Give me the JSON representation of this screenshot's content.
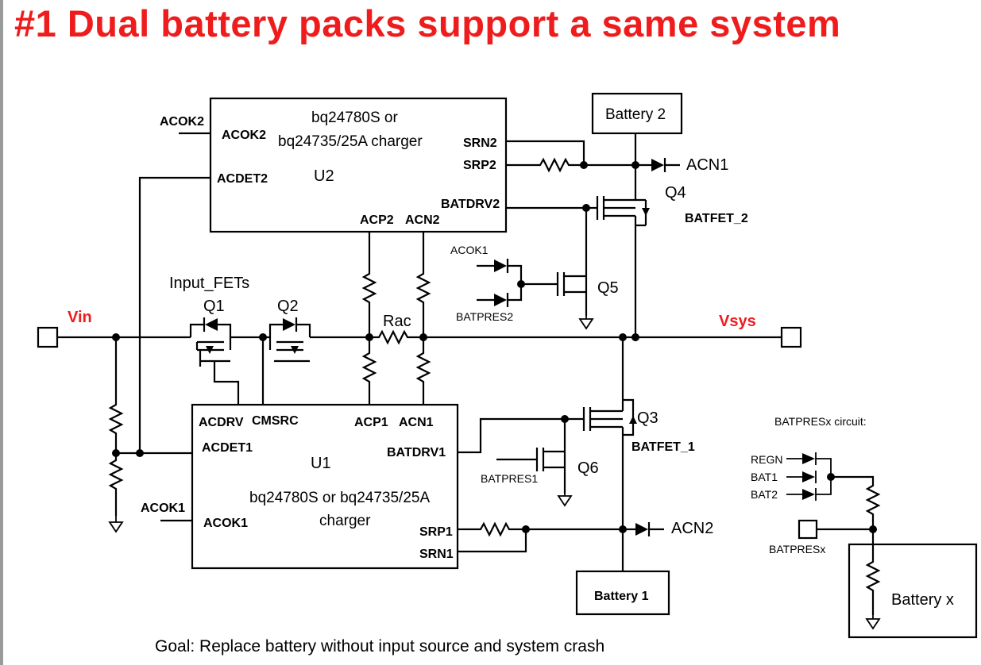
{
  "title": "#1 Dual battery packs support a same system",
  "goal": "Goal: Replace battery without input source and system crash",
  "u2": {
    "name": "U2",
    "chip_line1": "bq24780S or",
    "chip_line2": "bq24735/25A charger",
    "pins": {
      "acok": "ACOK2",
      "acdet": "ACDET2",
      "srn": "SRN2",
      "srp": "SRP2",
      "batdrv": "BATDRV2",
      "acp": "ACP2",
      "acn": "ACN2"
    },
    "ext_acok": "ACOK2"
  },
  "u1": {
    "name": "U1",
    "chip_line1": "bq24780S or bq24735/25A",
    "chip_line2": "charger",
    "pins": {
      "acdrv": "ACDRV",
      "cmsrc": "CMSRC",
      "acp": "ACP1",
      "acn": "ACN1",
      "acdet": "ACDET1",
      "batdrv": "BATDRV1",
      "acok": "ACOK1",
      "srp": "SRP1",
      "srn": "SRN1"
    },
    "ext_acok": "ACOK1"
  },
  "battery2": "Battery 2",
  "battery1": "Battery 1",
  "acn1": "ACN1",
  "acn2": "ACN2",
  "q4": "Q4",
  "batfet2": "BATFET_2",
  "q5": "Q5",
  "acok1_small": "ACOK1",
  "batpres2": "BATPRES2",
  "input_fets": "Input_FETs",
  "q1": "Q1",
  "q2": "Q2",
  "vin": "Vin",
  "vsys": "Vsys",
  "rac": "Rac",
  "q3": "Q3",
  "batfet1": "BATFET_1",
  "q6": "Q6",
  "batpres1": "BATPRES1",
  "batpresx_circuit": {
    "title": "BATPRESx circuit:",
    "regn": "REGN",
    "bat1": "BAT1",
    "bat2": "BAT2",
    "batpresx": "BATPRESx",
    "battery_x": "Battery x"
  },
  "colors": {
    "title": "#ee1c1c",
    "net_label": "#ee1c1c",
    "wire": "#000000"
  }
}
